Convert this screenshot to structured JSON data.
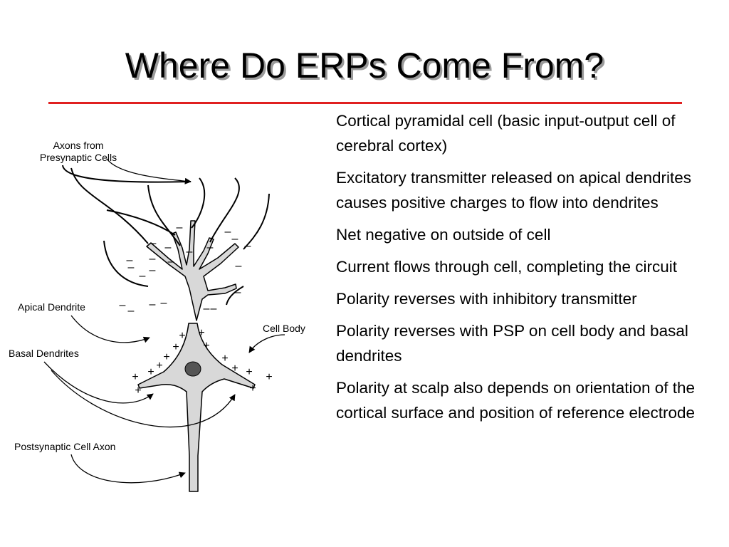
{
  "title": "Where Do ERPs Come From?",
  "colors": {
    "rule": "#e02020",
    "title_shadow": "#9a9a9a",
    "cell_fill": "#d8d8d8"
  },
  "diagram": {
    "labels": {
      "axons_line1": "Axons from",
      "axons_line2": "Presynaptic Cells",
      "apical": "Apical Dendrite",
      "basal": "Basal Dendrites",
      "cell_body": "Cell Body",
      "postsynaptic": "Postsynaptic Cell Axon"
    },
    "minus": "–",
    "plus": "+"
  },
  "bullets": [
    "Cortical pyramidal cell (basic input-output cell of cerebral cortex)",
    "Excitatory transmitter released on apical dendrites causes positive charges to flow into dendrites",
    "Net negative on outside of cell",
    "Current flows through cell, completing the circuit",
    "Polarity reverses with inhibitory transmitter",
    "Polarity reverses with PSP on cell body and basal dendrites",
    "Polarity at scalp also depends on orientation of the cortical surface and position of reference electrode"
  ]
}
